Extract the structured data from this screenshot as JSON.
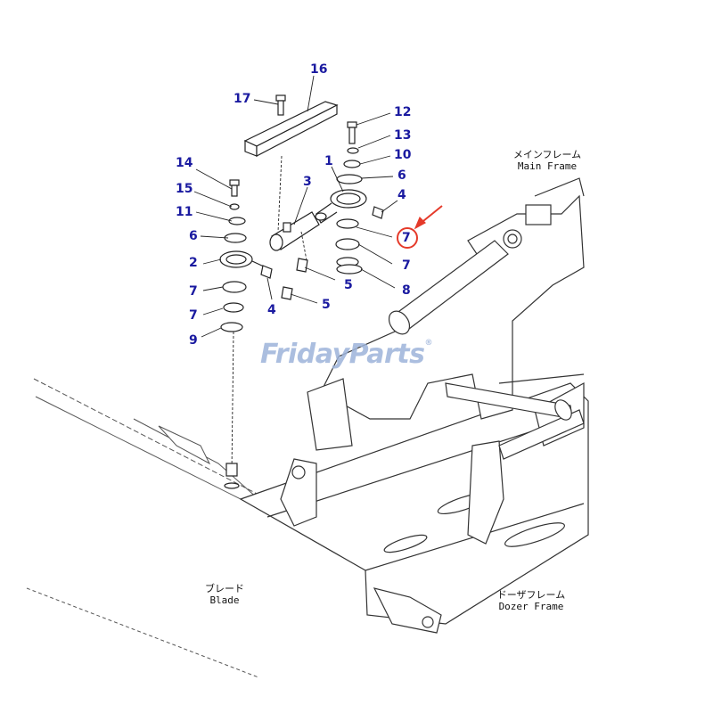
{
  "callouts": [
    "16",
    "17",
    "12",
    "13",
    "10",
    "1",
    "3",
    "6",
    "14",
    "4",
    "15",
    "11",
    "6",
    "7",
    "2",
    "7",
    "5",
    "7",
    "4",
    "5",
    "8",
    "7",
    "9"
  ],
  "highlighted_callout": "7",
  "highlight_color": "#e53a2a",
  "callout_color": "#1a1aa0",
  "labels": {
    "main_frame_jp": "メインフレーム",
    "main_frame_en": "Main Frame",
    "blade_jp": "ブレード",
    "blade_en": "Blade",
    "dozer_frame_jp": "ドーザフレーム",
    "dozer_frame_en": "Dozer Frame"
  },
  "watermark": {
    "part1": "Friday",
    "part2": "Parts",
    "mark": "®",
    "color": "#9db3da"
  }
}
